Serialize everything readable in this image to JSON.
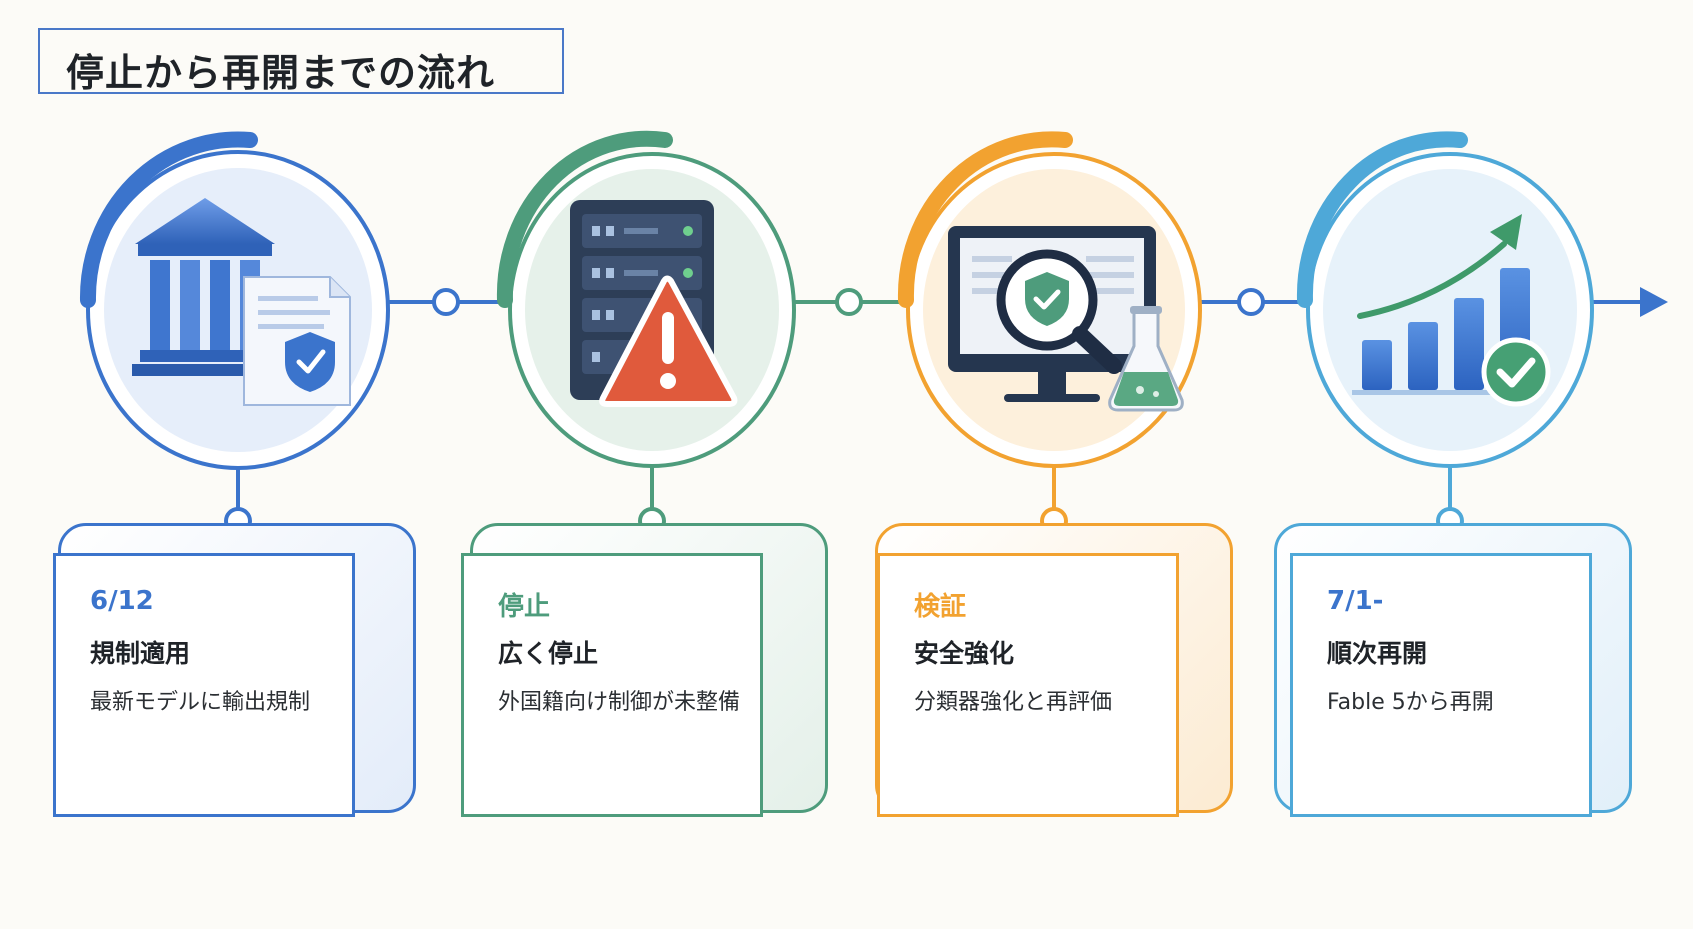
{
  "title": "停止から再開までの流れ",
  "colors": {
    "blue": "#3b74cc",
    "green": "#4e9c7c",
    "orange": "#f2a230",
    "lightblue": "#4ea8d8",
    "red": "#e05a3c"
  },
  "steps": [
    {
      "date": "6/12",
      "heading": "規制適用",
      "desc": "最新モデルに輸出規制",
      "icon": "government-building-icon"
    },
    {
      "date": "停止",
      "heading": "広く停止",
      "desc": "外国籍向け制御が未整備",
      "icon": "server-warning-icon"
    },
    {
      "date": "検証",
      "heading": "安全強化",
      "desc": "分類器強化と再評価",
      "icon": "monitor-inspection-icon"
    },
    {
      "date": "7/1-",
      "heading": "順次再開",
      "desc": "Fable 5から再開",
      "icon": "growth-chart-icon"
    }
  ]
}
